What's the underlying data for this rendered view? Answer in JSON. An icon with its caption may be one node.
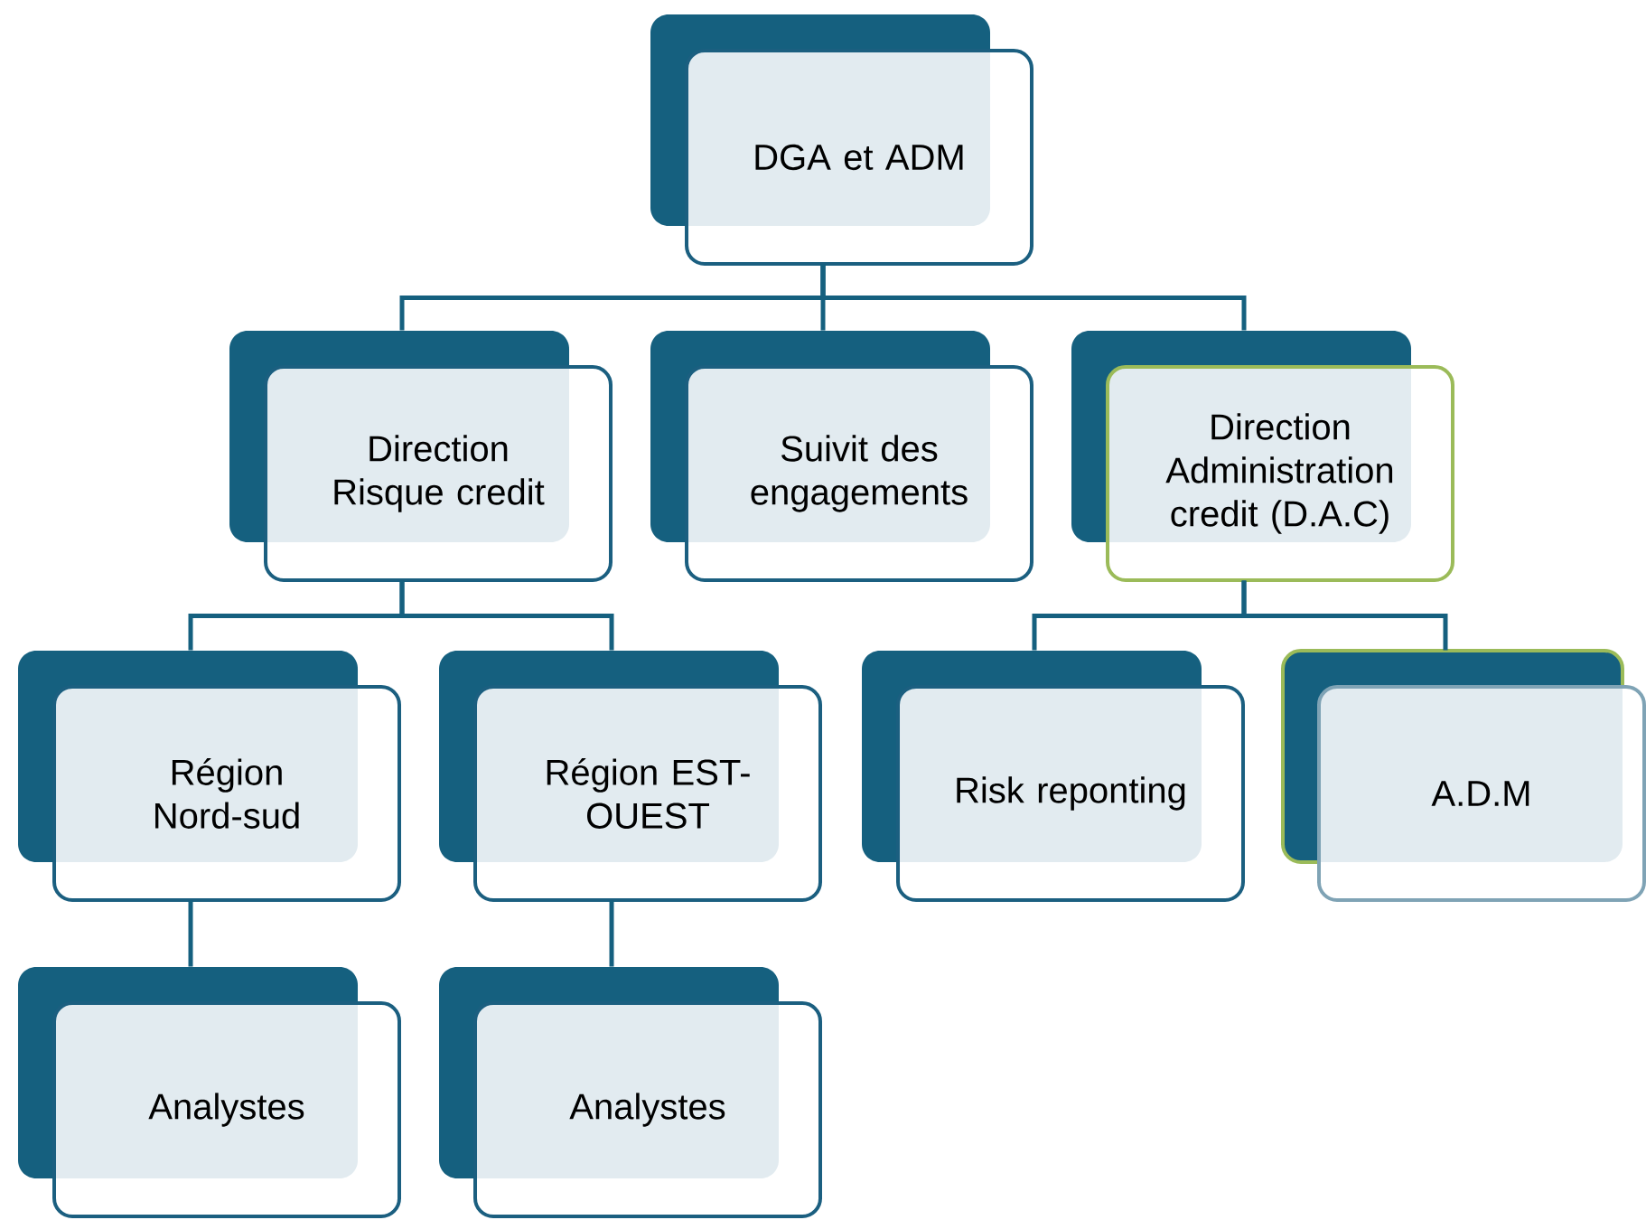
{
  "diagram": {
    "nodes": [
      {
        "text": [
          "DGA et ADM"
        ]
      },
      {
        "text": [
          "Direction Risque credit"
        ]
      },
      {
        "text": [
          "Suivit des engagements"
        ]
      },
      {
        "text": [
          "Direction Administration credit (D.A.C)"
        ]
      },
      {
        "text": [
          "Région Nord-sud"
        ]
      },
      {
        "text": [
          "Région EST-OUEST"
        ]
      },
      {
        "text": [
          "Risk reponting"
        ]
      },
      {
        "text": [
          "A.D.M"
        ]
      },
      {
        "text": [
          "Analystes"
        ]
      },
      {
        "text": [
          "Analystes"
        ]
      }
    ],
    "edges": [
      {
        "from": 0,
        "to": 1,
        "arrow": "none"
      },
      {
        "from": 0,
        "to": 2,
        "arrow": "none"
      },
      {
        "from": 0,
        "to": 3,
        "arrow": "none"
      },
      {
        "from": 1,
        "to": 4,
        "arrow": "none"
      },
      {
        "from": 1,
        "to": 5,
        "arrow": "none"
      },
      {
        "from": 3,
        "to": 6,
        "arrow": "none"
      },
      {
        "from": 3,
        "to": 7,
        "arrow": "none"
      },
      {
        "from": 4,
        "to": 8,
        "arrow": "none"
      },
      {
        "from": 5,
        "to": 9,
        "arrow": "none"
      }
    ]
  }
}
